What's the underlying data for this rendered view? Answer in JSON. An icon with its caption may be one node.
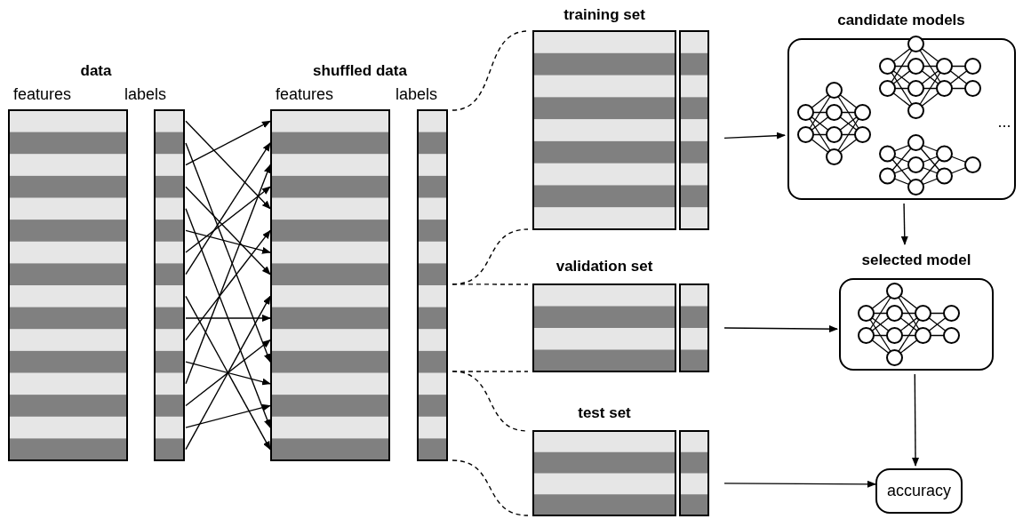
{
  "diagram": {
    "nodes": [
      {
        "text": [
          "features"
        ]
      },
      {
        "text": [
          "labels"
        ]
      },
      {
        "text": [
          "features"
        ]
      },
      {
        "text": [
          "labels"
        ]
      },
      {
        "text": [
          "training set"
        ]
      },
      {
        "text": [],
        "shape": "bar"
      },
      {
        "text": [
          "validation set"
        ]
      },
      {
        "text": [],
        "shape": "bar"
      },
      {
        "text": [
          "test set"
        ]
      },
      {
        "text": [],
        "shape": "bar"
      },
      {
        "text": [
          "candidate models",
          "..."
        ]
      },
      {
        "text": [
          "selected model"
        ]
      },
      {
        "text": [
          "accuracy"
        ]
      }
    ],
    "edges": [
      {
        "from": 1,
        "to": 2,
        "arrow": "to"
      },
      {
        "from": 1,
        "to": 2,
        "arrow": "to"
      },
      {
        "from": 1,
        "to": 2,
        "arrow": "to"
      },
      {
        "from": 1,
        "to": 2,
        "arrow": "to"
      },
      {
        "from": 1,
        "to": 2,
        "arrow": "to"
      },
      {
        "from": 1,
        "to": 2,
        "arrow": "to"
      },
      {
        "from": 1,
        "to": 2,
        "arrow": "to"
      },
      {
        "from": 1,
        "to": 2,
        "arrow": "to"
      },
      {
        "from": 1,
        "to": 2,
        "arrow": "to"
      },
      {
        "from": 1,
        "to": 2,
        "arrow": "to"
      },
      {
        "from": 1,
        "to": 2,
        "arrow": "to"
      },
      {
        "from": 1,
        "to": 2,
        "arrow": "to"
      },
      {
        "from": 1,
        "to": 2,
        "arrow": "to"
      },
      {
        "from": 1,
        "to": 2,
        "arrow": "to"
      },
      {
        "from": 1,
        "to": 2,
        "arrow": "to"
      },
      {
        "from": 1,
        "to": 2,
        "arrow": "to"
      },
      {
        "from": 3,
        "to": 4,
        "arrow": "none",
        "style": "dashed"
      },
      {
        "from": 3,
        "to": 4,
        "arrow": "none",
        "style": "dashed"
      },
      {
        "from": 3,
        "to": 6,
        "arrow": "none",
        "style": "dashed"
      },
      {
        "from": 3,
        "to": 6,
        "arrow": "none",
        "style": "dashed"
      },
      {
        "from": 3,
        "to": 8,
        "arrow": "none",
        "style": "dashed"
      },
      {
        "from": 3,
        "to": 8,
        "arrow": "none",
        "style": "dashed"
      },
      {
        "from": 5,
        "to": 10,
        "arrow": "to"
      },
      {
        "from": 10,
        "to": 11,
        "arrow": "to"
      },
      {
        "from": 7,
        "to": 11,
        "arrow": "to"
      },
      {
        "from": 11,
        "to": 12,
        "arrow": "to"
      },
      {
        "from": 9,
        "to": 12,
        "arrow": "to"
      }
    ],
    "labels": [
      "data",
      "shuffled data"
    ]
  }
}
